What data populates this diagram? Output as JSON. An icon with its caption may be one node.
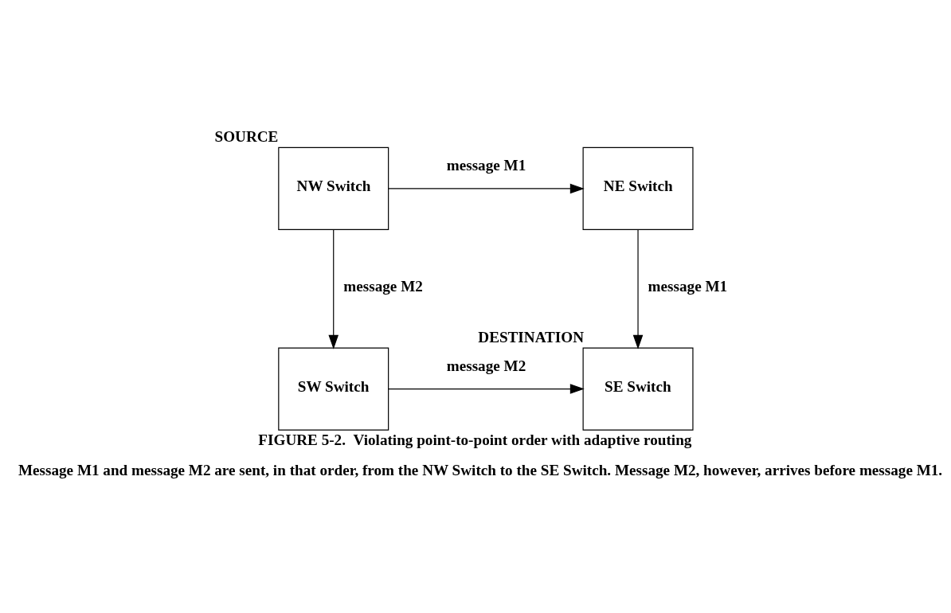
{
  "diagram": {
    "title": "FIGURE 5-2.  Violating point-to-point order with adaptive routing",
    "caption": "Message M1 and message M2 are sent, in that order, from the NW Switch to the SE Switch. Message M2, however, arrives before message M1.",
    "nodes": [
      {
        "text": [
          "NW Switch"
        ],
        "beside": [
          "SOURCE"
        ]
      },
      {
        "text": [
          "NE Switch"
        ]
      },
      {
        "text": [
          "SW Switch"
        ]
      },
      {
        "text": [
          "SE Switch"
        ],
        "beside": [
          "DESTINATION"
        ]
      }
    ],
    "edges": [
      {
        "from": 0,
        "to": 1,
        "arrow": "to",
        "label": "message M1"
      },
      {
        "from": 0,
        "to": 2,
        "arrow": "to",
        "label": "message M2"
      },
      {
        "from": 1,
        "to": 3,
        "arrow": "to",
        "label": "message M1"
      },
      {
        "from": 2,
        "to": 3,
        "arrow": "to",
        "label": "message M2"
      }
    ]
  }
}
